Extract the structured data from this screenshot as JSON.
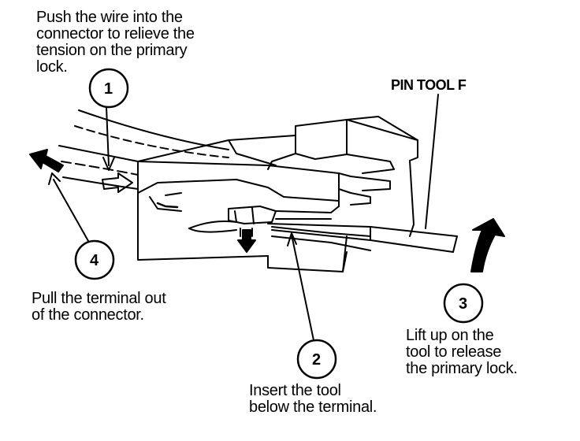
{
  "tool_label": "PIN TOOL F",
  "steps": [
    {
      "number": "1",
      "text": "Push the wire into the\nconnector to relieve the\ntension on the primary\nlock."
    },
    {
      "number": "2",
      "text": "Insert the tool\nbelow the terminal."
    },
    {
      "number": "3",
      "text": "Lift up on the\ntool to release\nthe primary lock."
    },
    {
      "number": "4",
      "text": "Pull the terminal out\nof the connector."
    }
  ]
}
